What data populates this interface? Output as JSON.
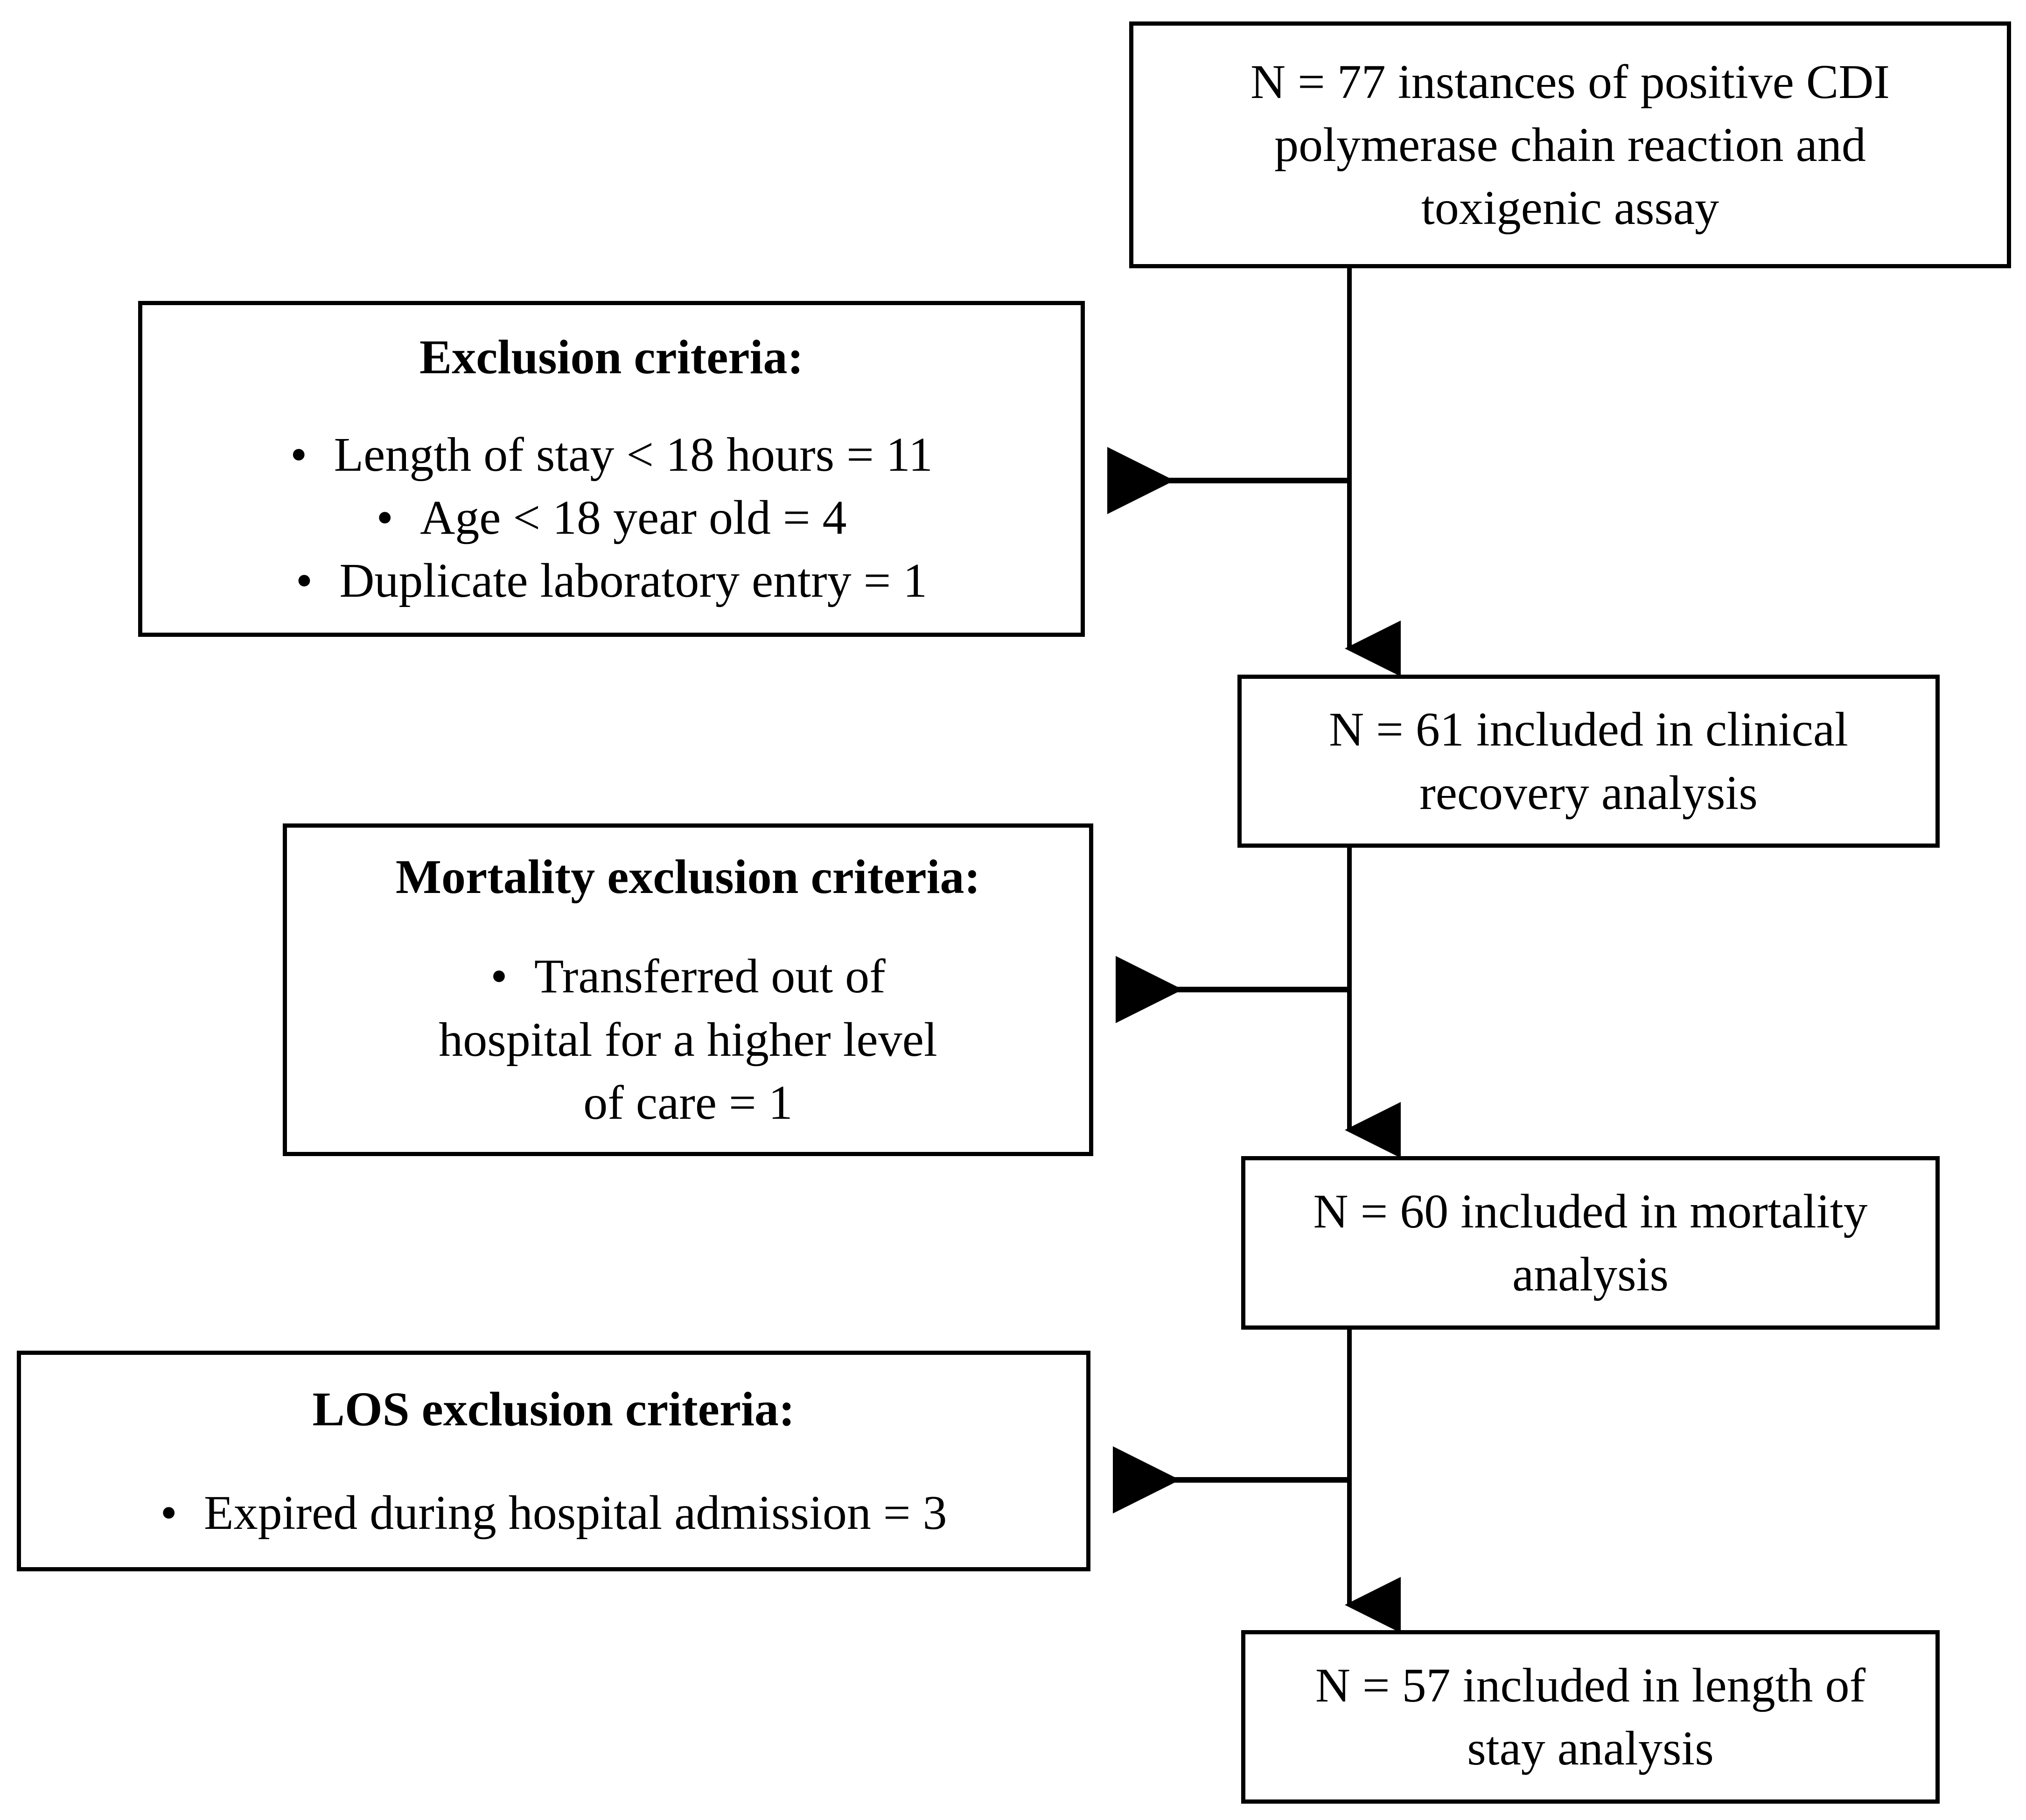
{
  "diagram": {
    "type": "flowchart",
    "title": "CDI study participant flow diagram",
    "line_color": "#000000",
    "box_border_color": "#000000",
    "background_color": "#ffffff",
    "bullet_glyph": "•",
    "nodes": {
      "source": {
        "name": "source-cohort",
        "lines": [
          "N = 77 instances of positive CDI",
          "polymerase chain reaction and",
          "toxigenic assay"
        ]
      },
      "exclusion_1": {
        "name": "exclusion-criteria",
        "title": "Exclusion criteria:",
        "items": [
          "Length of stay < 18 hours = 11",
          "Age < 18 year old = 4",
          "Duplicate laboratory entry = 1"
        ]
      },
      "included_61": {
        "name": "clinical-recovery-cohort",
        "lines": [
          "N = 61 included in clinical",
          "recovery analysis"
        ]
      },
      "exclusion_2": {
        "name": "mortality-exclusion-criteria",
        "title": "Mortality exclusion criteria:",
        "items_lines": [
          [
            "Transferred out of",
            "hospital for a higher level",
            "of care = 1"
          ]
        ]
      },
      "included_60": {
        "name": "mortality-cohort",
        "lines": [
          "N = 60 included in mortality",
          "analysis"
        ]
      },
      "exclusion_3": {
        "name": "los-exclusion-criteria",
        "title": "LOS exclusion criteria:",
        "items": [
          "Expired during hospital admission = 3"
        ]
      },
      "included_57": {
        "name": "length-of-stay-cohort",
        "lines": [
          "N = 57 included in length of",
          "stay analysis"
        ]
      }
    },
    "edges": [
      {
        "from": "source",
        "to": "exclusion_1",
        "direction": "left",
        "arrow": true
      },
      {
        "from": "source",
        "to": "included_61",
        "direction": "down",
        "arrow": true
      },
      {
        "from": "included_61",
        "to": "exclusion_2",
        "direction": "left",
        "arrow": true
      },
      {
        "from": "included_61",
        "to": "included_60",
        "direction": "down",
        "arrow": true
      },
      {
        "from": "included_60",
        "to": "exclusion_3",
        "direction": "left",
        "arrow": true
      },
      {
        "from": "included_60",
        "to": "included_57",
        "direction": "down",
        "arrow": true
      }
    ]
  }
}
